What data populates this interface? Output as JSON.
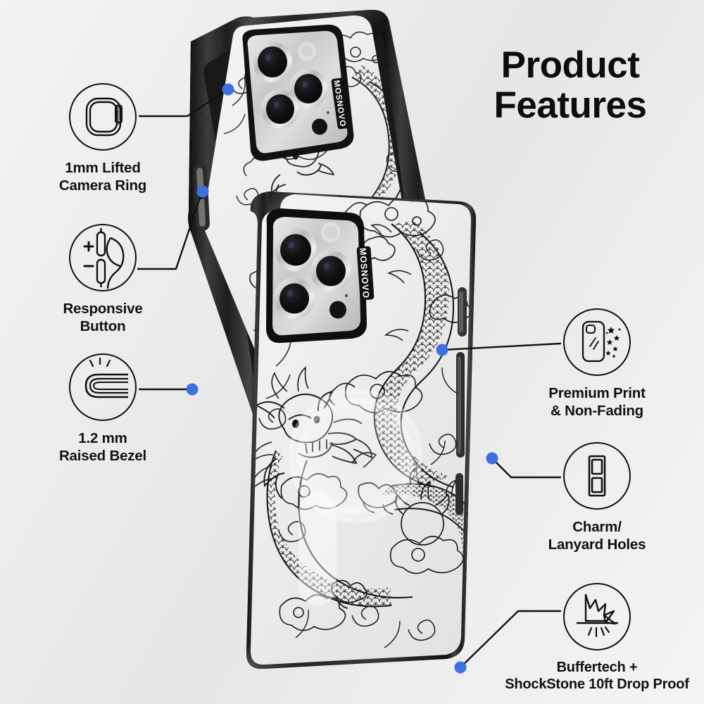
{
  "page": {
    "background_start": "#f3f3f3",
    "background_end": "#f4f4f4",
    "accent_dot_color": "#3f6fe0",
    "line_color": "#111111",
    "text_color": "#111111"
  },
  "header": {
    "title_line1": "Product",
    "title_line2": "Features"
  },
  "features": {
    "left": [
      {
        "id": "camera-ring",
        "icon": "camera-ring-icon",
        "label": "1mm Lifted\nCamera Ring",
        "anchor_label": "camera-module"
      },
      {
        "id": "responsive-button",
        "icon": "volume-button-press-icon",
        "label": "Responsive\nButton",
        "anchor_label": "volume-buttons"
      },
      {
        "id": "raised-bezel",
        "icon": "raised-bezel-icon",
        "label": "1.2 mm\nRaised Bezel",
        "anchor_label": "case-edge"
      }
    ],
    "right": [
      {
        "id": "premium-print",
        "icon": "phone-case-sparkle-icon",
        "label": "Premium Print\n& Non-Fading",
        "anchor_label": "case-back-print"
      },
      {
        "id": "charm-holes",
        "icon": "lanyard-holes-icon",
        "label": "Charm/\nLanyard Holes",
        "anchor_label": "case-side-holes"
      },
      {
        "id": "drop-proof",
        "icon": "shock-impact-icon",
        "label": "Buffertech +\nShockStone 10ft Drop Proof",
        "anchor_label": "case-bottom-corner"
      }
    ]
  },
  "products": {
    "back_case": {
      "brand": "MOSNOVO",
      "artwork": "chinese-dragon-line-art",
      "case_color": "black-glitter-clear",
      "camera_lens_count": 3
    },
    "front_case": {
      "brand": "MOSNOVO",
      "artwork": "chinese-dragon-line-art",
      "case_color": "black-glitter-clear",
      "camera_lens_count": 3
    }
  }
}
